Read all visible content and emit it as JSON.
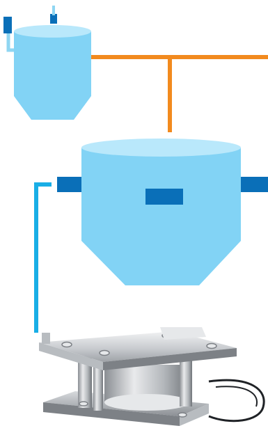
{
  "colors": {
    "vessel_body": "#82d3f5",
    "vessel_top": "#b9e8fb",
    "connector": "#0a6fb8",
    "pipe_light": "#8fd6f2",
    "wiring_orange": "#f28a1e",
    "wiring_blue": "#19aee6",
    "metal_light": "#e6e8ea",
    "metal_mid": "#b8bcc0",
    "metal_dark": "#7d8186",
    "cable": "#1f2226"
  },
  "diagram": {
    "elements": [
      {
        "id": "small-tank",
        "kind": "vessel"
      },
      {
        "id": "large-tank",
        "kind": "vessel"
      },
      {
        "id": "load-cell-module",
        "kind": "photo-device"
      }
    ],
    "connections": [
      {
        "from": "small-tank",
        "to": "large-tank",
        "style": "orange-line"
      },
      {
        "from": "large-tank",
        "to": "load-cell-module",
        "style": "blue-line"
      }
    ]
  }
}
